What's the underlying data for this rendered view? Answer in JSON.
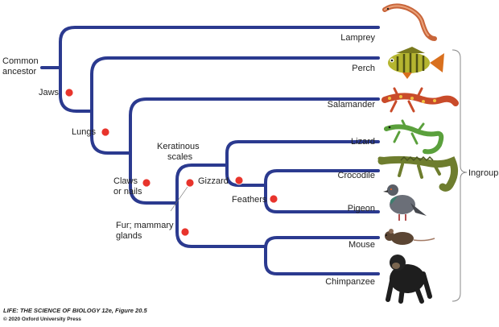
{
  "root_label": [
    "Common",
    "ancestor"
  ],
  "taxa": {
    "lamprey": "Lamprey",
    "perch": "Perch",
    "salamander": "Salamander",
    "lizard": "Lizard",
    "crocodile": "Crocodile",
    "pigeon": "Pigeon",
    "mouse": "Mouse",
    "chimpanzee": "Chimpanzee"
  },
  "traits": {
    "jaws": "Jaws",
    "lungs": "Lungs",
    "claws": [
      "Claws",
      "or nails"
    ],
    "keratinous": [
      "Keratinous",
      "scales"
    ],
    "gizzard": "Gizzard",
    "feathers": "Feathers",
    "fur": [
      "Fur; mammary",
      "glands"
    ]
  },
  "ingroup_label": "Ingroup",
  "caption": {
    "title": "LIFE: THE SCIENCE OF BIOLOGY 12e, Figure 20.5",
    "copyright": "© 2020 Oxford University Press"
  },
  "colors": {
    "branch": "#2b3a8f",
    "trait_marker": "#e8342c"
  },
  "icons": [
    "lamprey-icon",
    "perch-icon",
    "salamander-icon",
    "lizard-icon",
    "crocodile-icon",
    "pigeon-icon",
    "mouse-icon",
    "chimpanzee-icon"
  ]
}
